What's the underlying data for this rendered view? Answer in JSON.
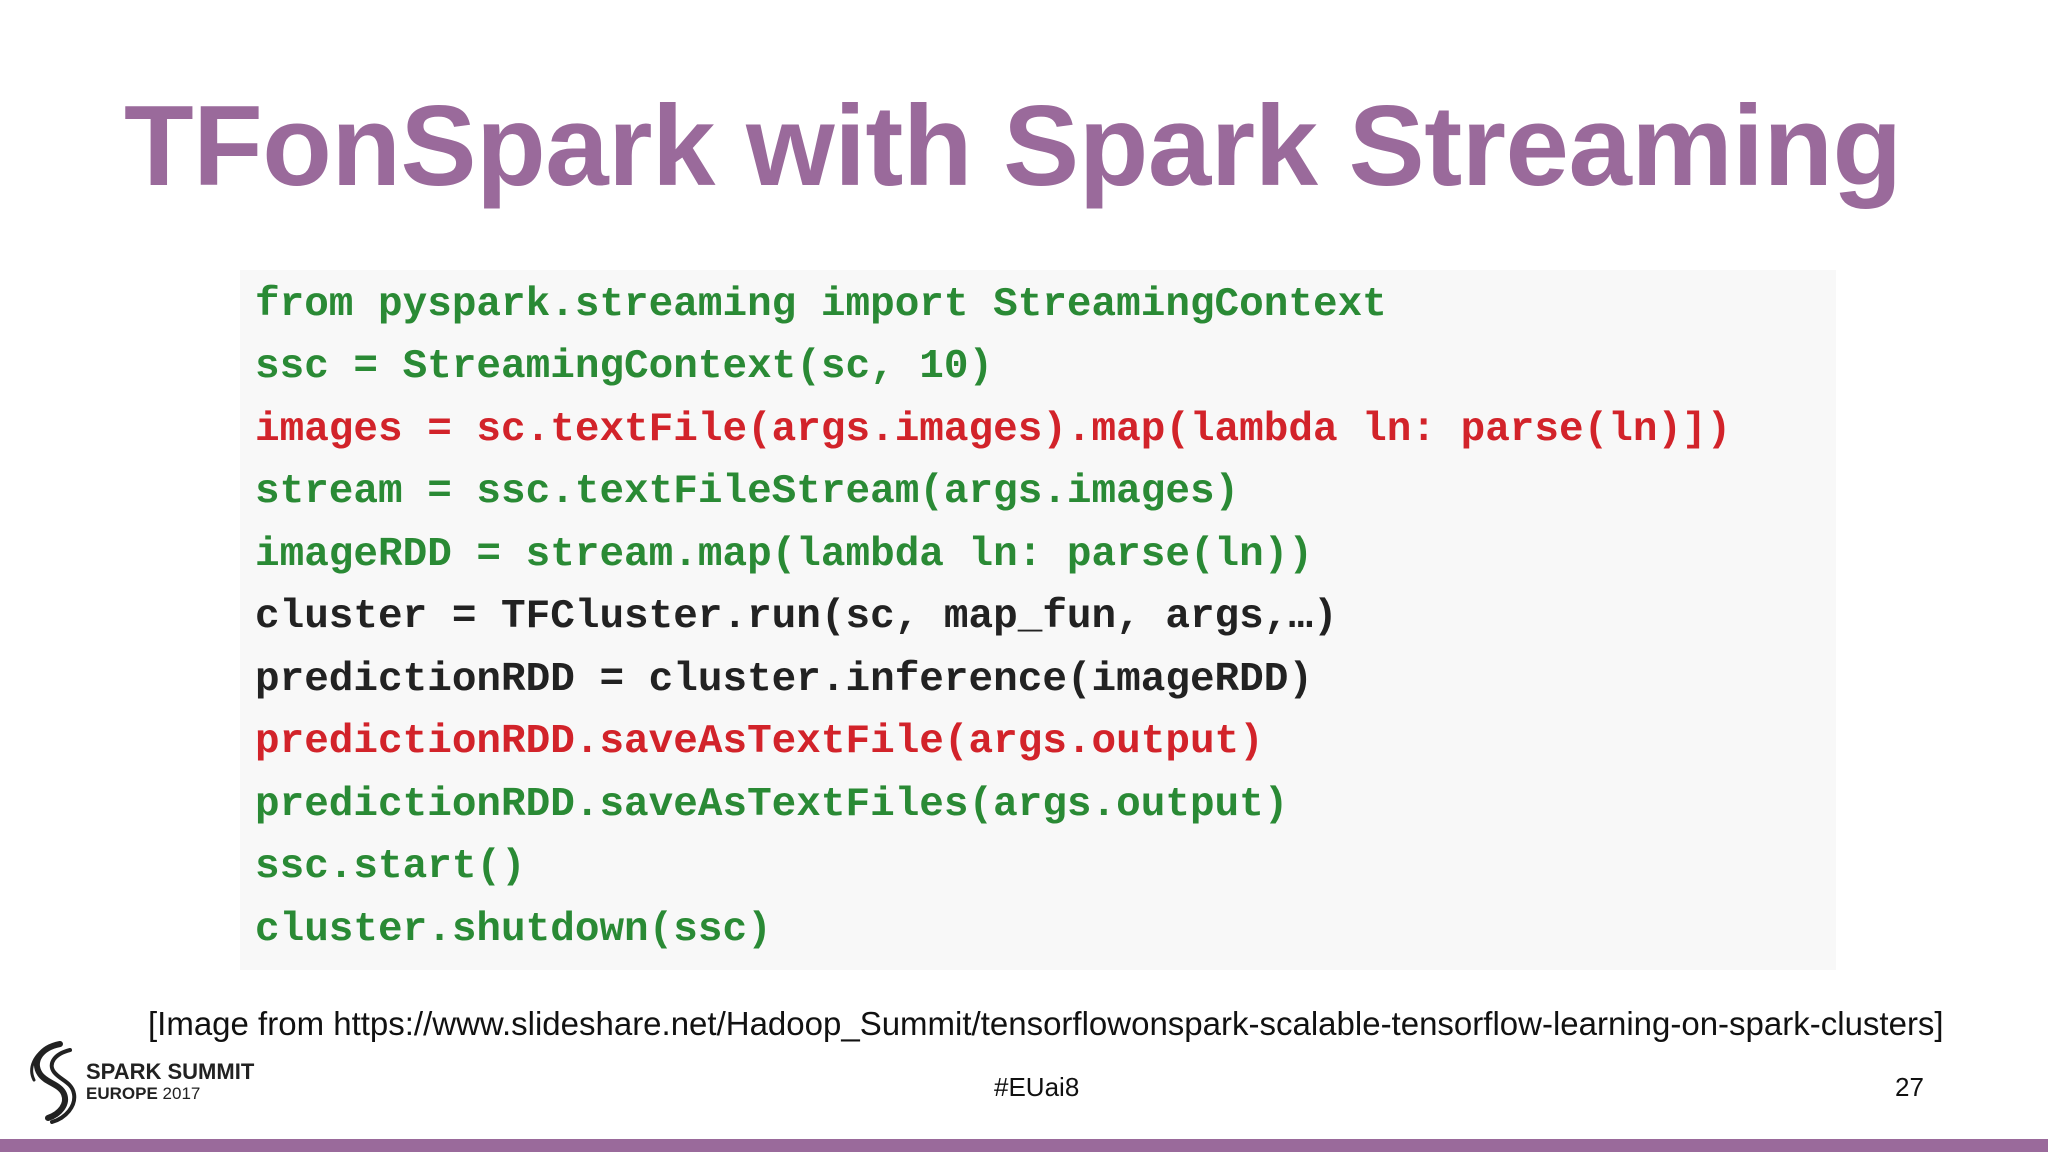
{
  "slide": {
    "title": "TFonSpark with Spark Streaming",
    "code_lines": [
      {
        "text": "from pyspark.streaming import StreamingContext",
        "color": "green"
      },
      {
        "text": "ssc = StreamingContext(sc, 10)",
        "color": "green"
      },
      {
        "text": "images = sc.textFile(args.images).map(lambda ln: parse(ln)])",
        "color": "red"
      },
      {
        "text": "stream = ssc.textFileStream(args.images)",
        "color": "green"
      },
      {
        "text": "imageRDD = stream.map(lambda ln: parse(ln))",
        "color": "green"
      },
      {
        "text": "cluster = TFCluster.run(sc, map_fun, args,…)",
        "color": "black"
      },
      {
        "text": "predictionRDD = cluster.inference(imageRDD)",
        "color": "black"
      },
      {
        "text": "predictionRDD.saveAsTextFile(args.output)",
        "color": "red"
      },
      {
        "text": "predictionRDD.saveAsTextFiles(args.output)",
        "color": "green"
      },
      {
        "text": "ssc.start()",
        "color": "green"
      },
      {
        "text": "cluster.shutdown(ssc)",
        "color": "green"
      }
    ],
    "source_note": "[Image from https://www.slideshare.net/Hadoop_Summit/tensorflowonspark-scalable-tensorflow-learning-on-spark-clusters]"
  },
  "footer": {
    "logo_line1": "SPARK SUMMIT",
    "logo_line2_strong": "EUROPE",
    "logo_line2_year": "2017",
    "hashtag": "#EUai8",
    "page_number": "27"
  },
  "colors": {
    "title": "#9a6a9b",
    "accent_bar": "#9a6a9b",
    "code_green": "#2a8a35",
    "code_red": "#d2232a",
    "code_black": "#222222"
  }
}
